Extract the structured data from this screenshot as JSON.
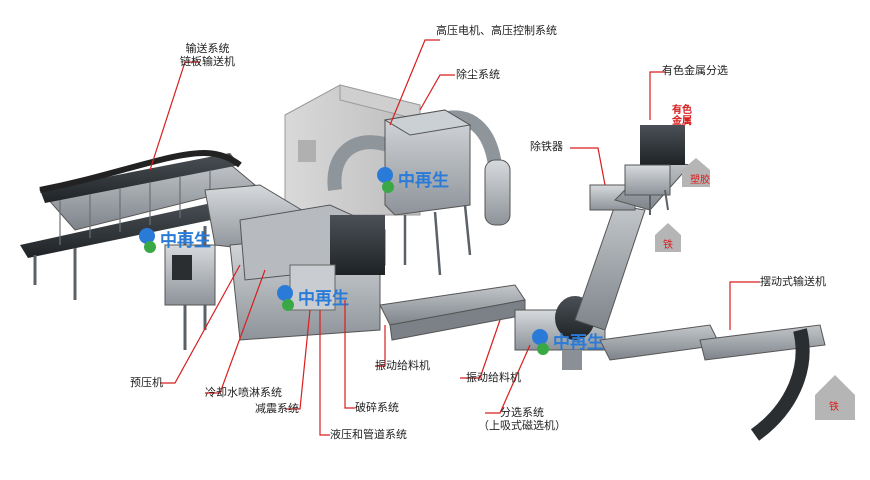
{
  "labels": {
    "conveyor": "输送系统",
    "chain_conveyor": "链板输送机",
    "hv_motor": "高压电机、高压控制系统",
    "dust_removal": "除尘系统",
    "nonferrous_sorting": "有色金属分选",
    "nonferrous_metal_1": "有色",
    "nonferrous_metal_2": "金属",
    "iron_remover": "除铁器",
    "plastic": "塑胶",
    "iron_1": "铁",
    "swing_conveyor": "摆动式输送机",
    "iron_2": "铁",
    "prepress": "预压机",
    "cooling_spray": "冷却水喷淋系统",
    "damping": "减震系统",
    "hydraulic": "液压和管道系统",
    "crushing": "破碎系统",
    "vib_feeder_1": "振动给料机",
    "vib_feeder_2": "振动给料机",
    "sorting_system": "分选系统",
    "overband_magnet": "（上吸式磁选机）"
  },
  "logo": {
    "text": "中再生"
  },
  "colors": {
    "callout": "#d81e1e",
    "pile": "#b5b5b5",
    "machine": "#9aa0a6",
    "dark": "#2e3236"
  }
}
